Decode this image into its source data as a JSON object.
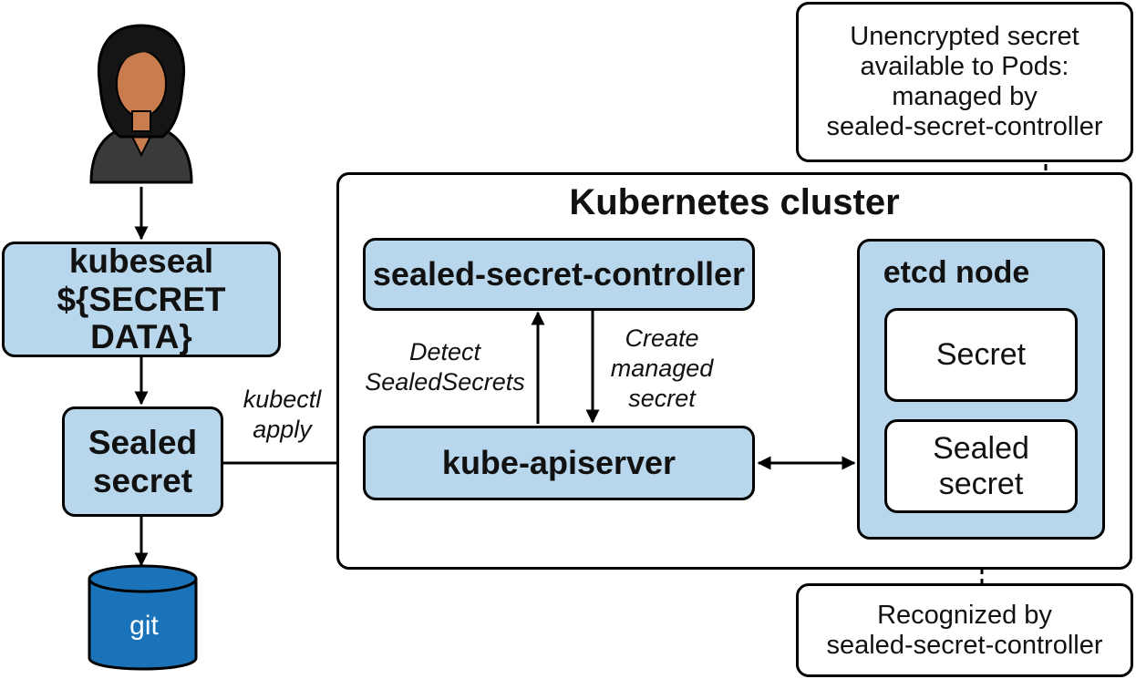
{
  "diagram": {
    "kubeseal_box": {
      "line1": "kubeseal",
      "line2": "${SECRET DATA}"
    },
    "sealed_secret_box": {
      "line1": "Sealed",
      "line2": "secret"
    },
    "git_label": "git",
    "kubectl_apply_label": {
      "line1": "kubectl",
      "line2": "apply"
    },
    "cluster": {
      "title": "Kubernetes cluster",
      "controller": "sealed-secret-controller",
      "apiserver": "kube-apiserver",
      "detect_label": {
        "line1": "Detect",
        "line2": "SealedSecrets"
      },
      "create_label": {
        "line1": "Create",
        "line2": "managed",
        "line3": "secret"
      },
      "etcd": {
        "title": "etcd node",
        "secret": "Secret",
        "sealed_secret": {
          "line1": "Sealed",
          "line2": "secret"
        }
      }
    },
    "top_note": {
      "line1": "Unencrypted secret",
      "line2": "available to Pods:",
      "line3": "managed by",
      "line4": "sealed-secret-controller"
    },
    "bottom_note": {
      "line1": "Recognized by",
      "line2": "sealed-secret-controller"
    },
    "colors": {
      "box_blue": "#b9d7ec",
      "git_blue": "#1a73b8",
      "skin": "#c97d4e",
      "hair": "#151515",
      "jacket": "#3a3a3a"
    }
  }
}
